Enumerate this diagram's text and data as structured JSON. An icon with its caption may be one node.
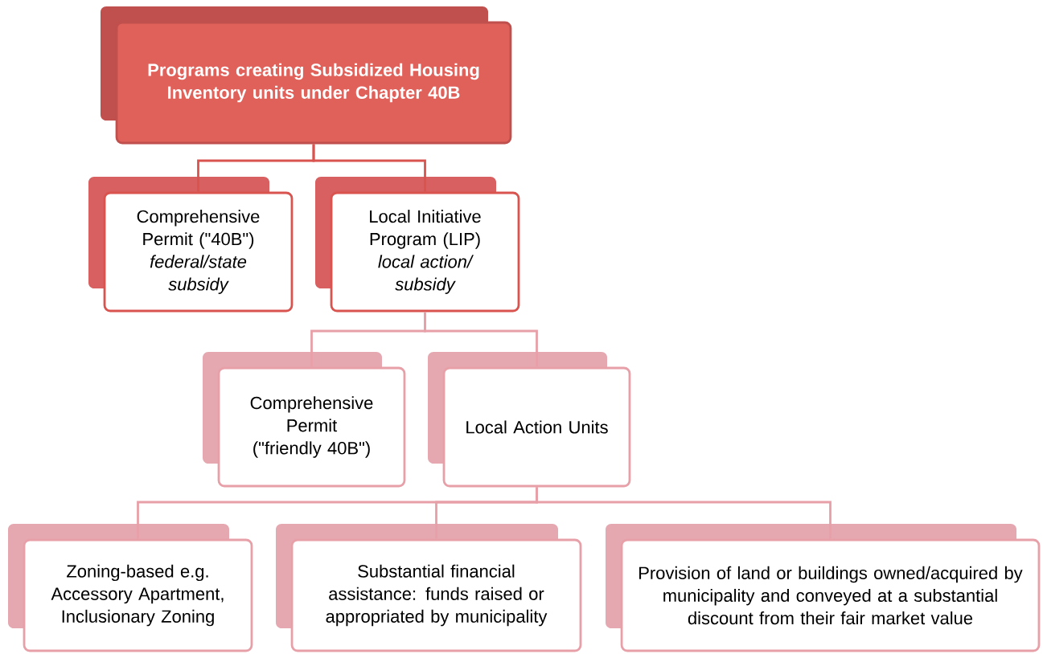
{
  "diagram": {
    "nodes": [
      {
        "text": [
          "Programs creating Subsidized Housing Inventory units under Chapter 40B"
        ]
      },
      {
        "text": [
          "Comprehensive Permit (\"40B\")",
          "federal/state subsidy"
        ]
      },
      {
        "text": [
          "Local Initiative Program (LIP)",
          "local action/ subsidy"
        ]
      },
      {
        "text": [
          "Comprehensive Permit (\"friendly 40B\")"
        ]
      },
      {
        "text": [
          "Local Action Units"
        ]
      },
      {
        "text": [
          "Zoning-based e.g. Accessory Apartment, Inclusionary Zoning"
        ]
      },
      {
        "text": [
          "Substantial financial assistance: funds raised or appropriated by municipality"
        ]
      },
      {
        "text": [
          "Provision of land or buildings owned/acquired by municipality and conveyed at a substantial discount from their fair market value"
        ]
      }
    ],
    "edges": [
      {
        "from": 0,
        "to": 1,
        "arrow": "none",
        "color": "#d9534f"
      },
      {
        "from": 0,
        "to": 2,
        "arrow": "none",
        "color": "#d9534f"
      },
      {
        "from": 2,
        "to": 3,
        "arrow": "none"
      },
      {
        "from": 2,
        "to": 4,
        "arrow": "none"
      },
      {
        "from": 4,
        "to": 5,
        "arrow": "none"
      },
      {
        "from": 4,
        "to": 6,
        "arrow": "none"
      },
      {
        "from": 4,
        "to": 7,
        "arrow": "none"
      }
    ]
  }
}
